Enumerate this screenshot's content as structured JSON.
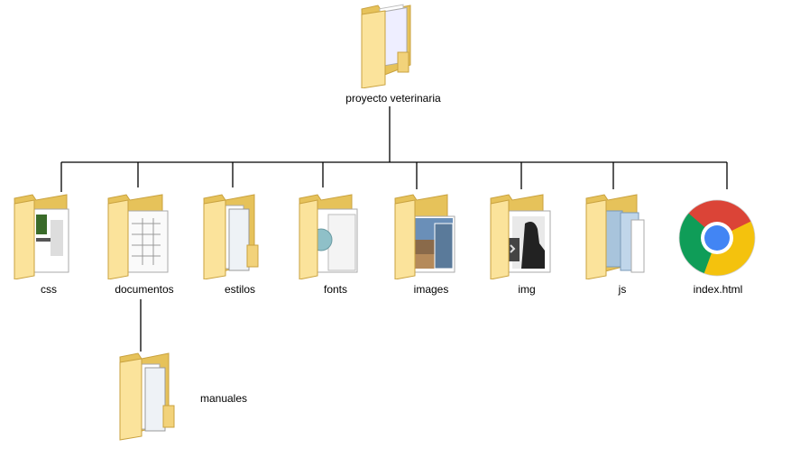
{
  "root": {
    "label": "proyecto veterinaria",
    "icon": "folder-icon"
  },
  "children": [
    {
      "label": "css",
      "icon": "folder-icon"
    },
    {
      "label": "documentos",
      "icon": "folder-icon"
    },
    {
      "label": "estilos",
      "icon": "folder-icon"
    },
    {
      "label": "fonts",
      "icon": "folder-icon"
    },
    {
      "label": "images",
      "icon": "folder-icon"
    },
    {
      "label": "img",
      "icon": "folder-icon"
    },
    {
      "label": "js",
      "icon": "folder-icon"
    },
    {
      "label": "index.html",
      "icon": "chrome-icon"
    }
  ],
  "subfolder": {
    "label": "manuales",
    "icon": "folder-icon"
  },
  "colors": {
    "line": "#000000",
    "folder_back": "#e6c25a",
    "folder_front": "#fbe39b",
    "folder_edge": "#c9a23f",
    "chrome_red": "#db4437",
    "chrome_yellow": "#f4c20d",
    "chrome_green": "#0f9d58",
    "chrome_blue": "#4285f4"
  }
}
